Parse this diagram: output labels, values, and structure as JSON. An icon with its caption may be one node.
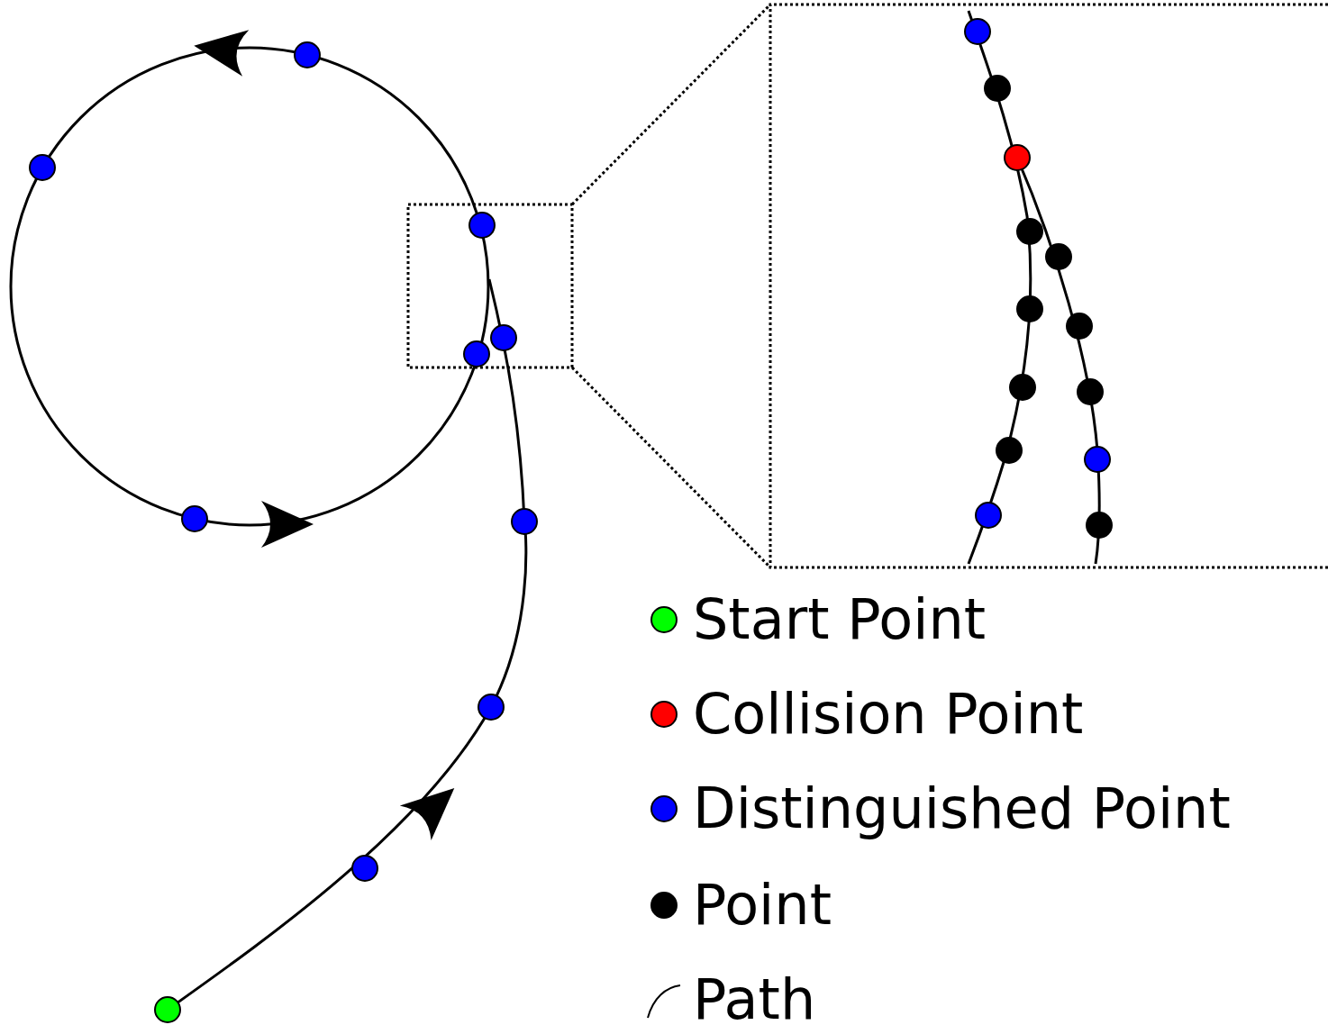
{
  "diagram": {
    "legend": [
      {
        "text": "Start Point",
        "color": "#00ff00"
      },
      {
        "text": "Collision Point",
        "color": "#ff0000"
      },
      {
        "text": "Distinguished Point",
        "color": "#0000ff"
      },
      {
        "text": "Point",
        "color": "#000000"
      },
      {
        "text": "Path"
      }
    ]
  }
}
